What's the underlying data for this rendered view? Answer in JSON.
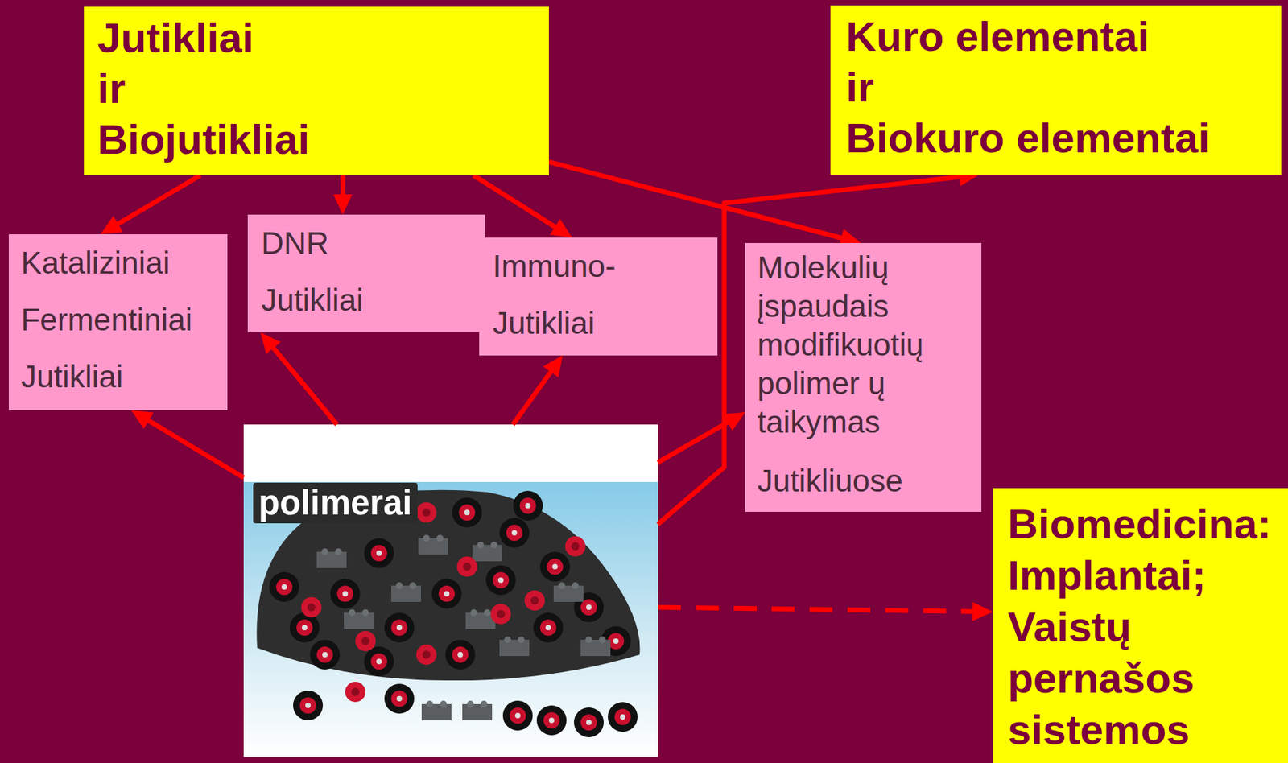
{
  "diagram": {
    "nodes": [
      {
        "text": [
          "Jutikliai ir Biojutikliai"
        ]
      },
      {
        "text": [
          "Kuro elementai ir Biokuro elementai"
        ]
      },
      {
        "text": [
          "Kataliziniai Fermentiniai Jutikliai"
        ]
      },
      {
        "text": [
          "DNR Jutikliai"
        ]
      },
      {
        "text": [
          "Immuno- Jutikliai"
        ]
      },
      {
        "text": [
          "Molekulių įspaudais modifikuotių polimer ų taikymas Jutikliuose"
        ]
      },
      {
        "text": [
          "polimerai"
        ]
      },
      {
        "text": [
          "Biomedicina: Implantai; Vaistų pernašos sistemos"
        ]
      }
    ],
    "edges": [
      {
        "from": 0,
        "to": 2,
        "arrow": "to"
      },
      {
        "from": 0,
        "to": 3,
        "arrow": "to"
      },
      {
        "from": 0,
        "to": 4,
        "arrow": "to"
      },
      {
        "from": 0,
        "to": 5,
        "arrow": "to"
      },
      {
        "from": 6,
        "to": 2,
        "arrow": "to"
      },
      {
        "from": 6,
        "to": 3,
        "arrow": "to"
      },
      {
        "from": 6,
        "to": 4,
        "arrow": "to"
      },
      {
        "from": 6,
        "to": 5,
        "arrow": "to"
      },
      {
        "from": 6,
        "to": 1,
        "arrow": "to"
      },
      {
        "from": 6,
        "to": 7,
        "arrow": "to"
      }
    ]
  }
}
